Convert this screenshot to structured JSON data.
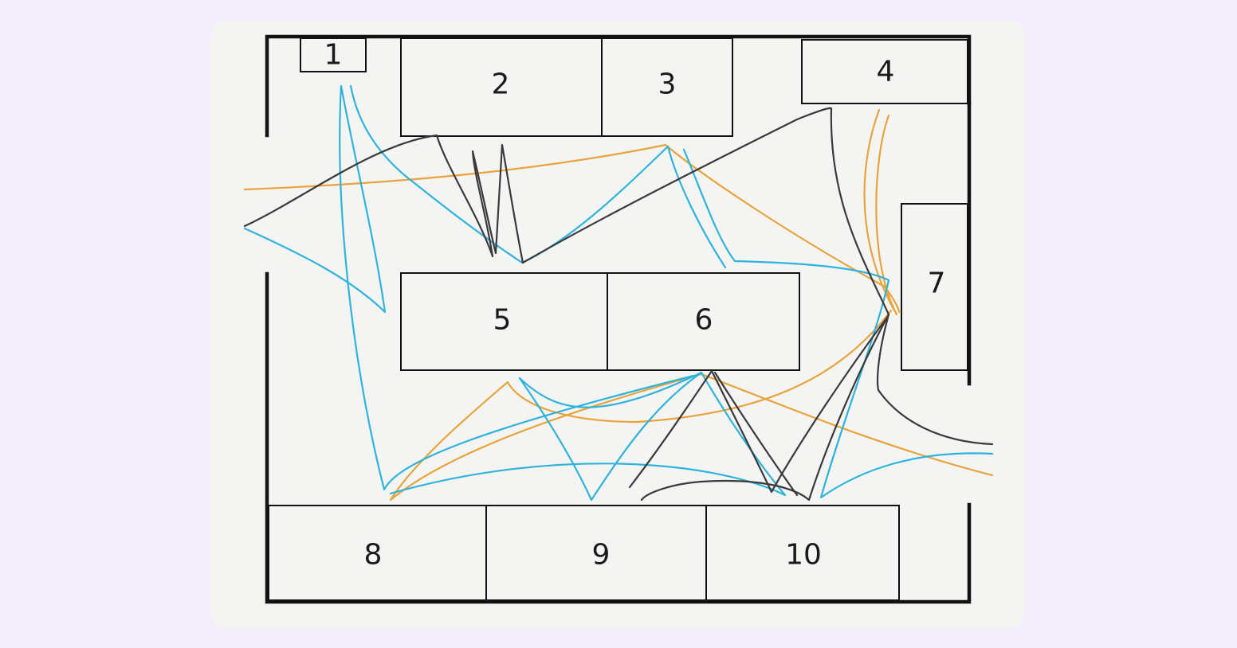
{
  "zones": [
    {
      "id": "zone-1",
      "label": "1"
    },
    {
      "id": "zone-2",
      "label": "2"
    },
    {
      "id": "zone-3",
      "label": "3"
    },
    {
      "id": "zone-4",
      "label": "4"
    },
    {
      "id": "zone-5",
      "label": "5"
    },
    {
      "id": "zone-6",
      "label": "6"
    },
    {
      "id": "zone-7",
      "label": "7"
    },
    {
      "id": "zone-8",
      "label": "8"
    },
    {
      "id": "zone-9",
      "label": "9"
    },
    {
      "id": "zone-10",
      "label": "10"
    }
  ],
  "colors": {
    "page_background": "#f3eefb",
    "card_background": "#f4f4f3",
    "path_orange": "#e8a33c",
    "path_blue": "#2fb3db",
    "path_dark": "#3a3a3a"
  }
}
